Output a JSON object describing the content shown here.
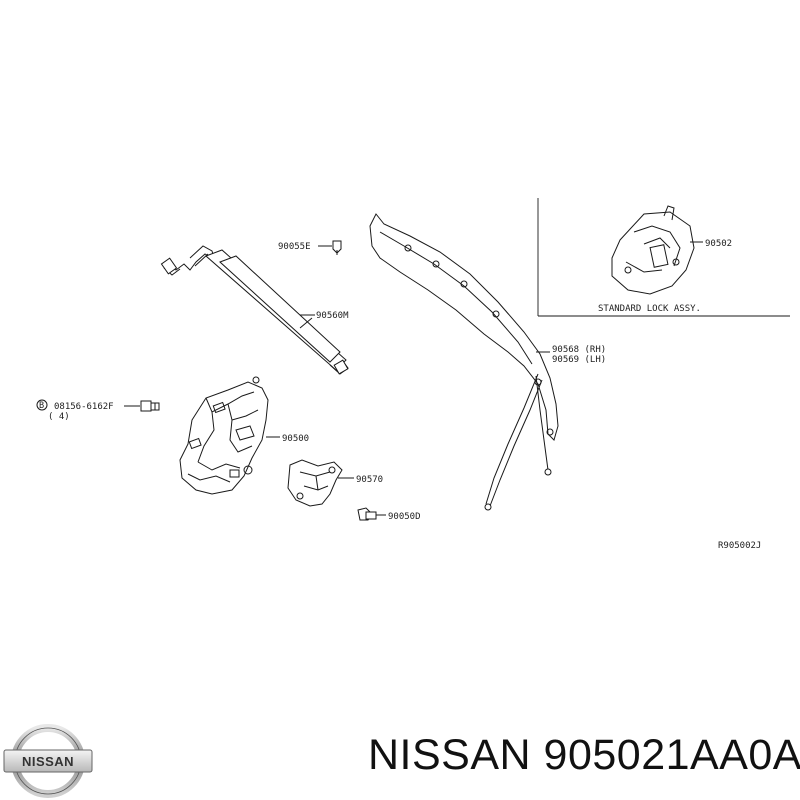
{
  "diagram": {
    "labels": {
      "p90055e": "90055E",
      "p90560m": "90560M",
      "p90500": "90500",
      "p90570": "90570",
      "p90050d": "90050D",
      "bolt_code": "08156-6162F",
      "bolt_qty": "( 4)",
      "bolt_marker": "B",
      "p90568": "90568 (RH)",
      "p90569": "90569 (LH)",
      "p90502": "90502",
      "inset_caption": "STANDARD LOCK ASSY.",
      "ref_code": "R905002J"
    }
  },
  "footer": {
    "title": "NISSAN 905021AA0A",
    "logo_text": "NISSAN"
  }
}
